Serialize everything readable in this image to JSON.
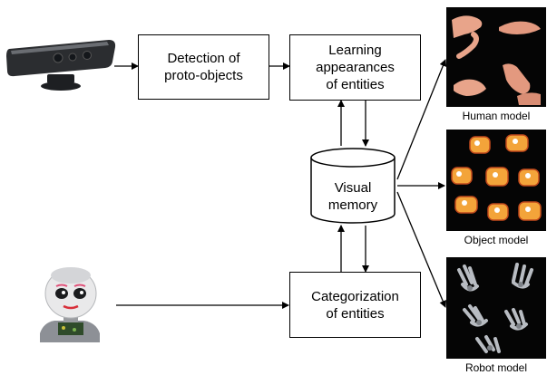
{
  "diagram": {
    "boxes": {
      "detection": {
        "line1": "Detection of",
        "line2": "proto-objects"
      },
      "learning": {
        "line1": "Learning",
        "line2": "appearances",
        "line3": "of entities"
      },
      "categorization": {
        "line1": "Categorization",
        "line2": "of entities"
      }
    },
    "memory": {
      "line1": "Visual",
      "line2": "memory"
    },
    "models": {
      "human": "Human model",
      "object": "Object model",
      "robot": "Robot model"
    },
    "images": {
      "sensor": "kinect-sensor",
      "robot_head": "icub-robot-head",
      "human": "human-hands-photo",
      "object": "toy-objects-photo",
      "robot": "robot-hands-photo"
    },
    "colors": {
      "stroke": "#000000",
      "photo_bg": "#050505",
      "skin": "#e8a48a",
      "toy": "#f3a43a",
      "robot_metal": "#b8bcc2"
    }
  }
}
